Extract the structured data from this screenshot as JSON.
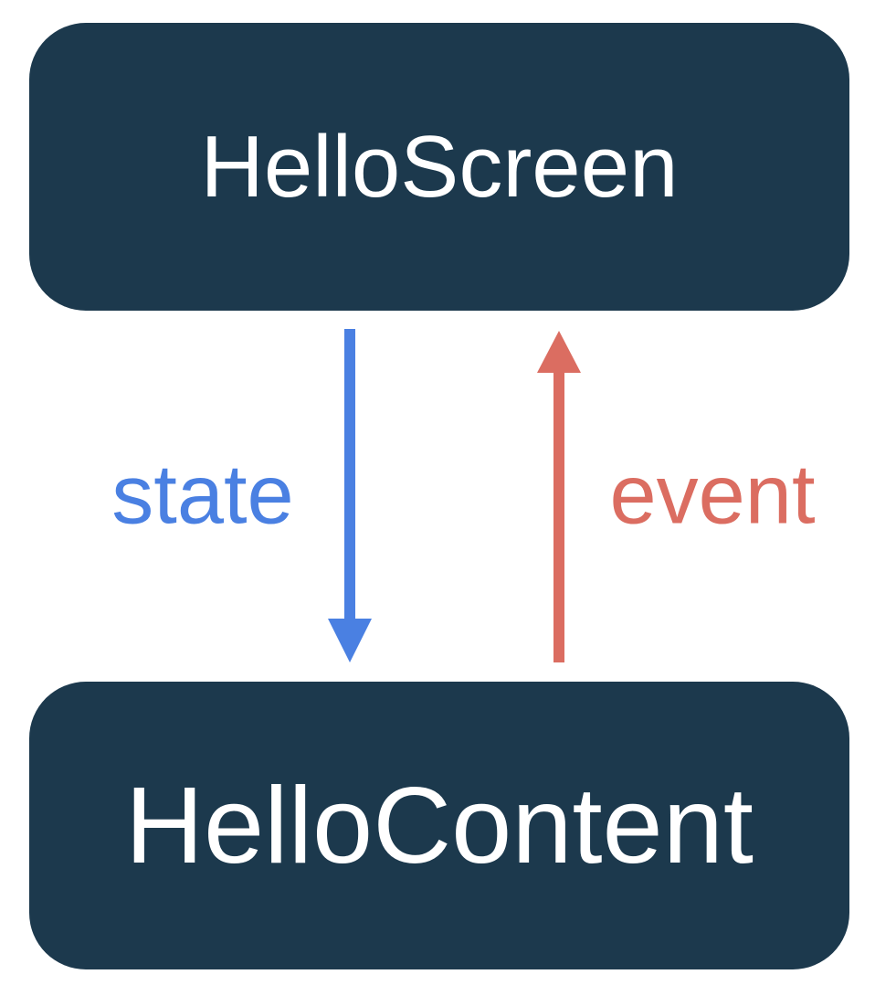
{
  "diagram": {
    "title": "unidirectional-data-flow",
    "nodes": [
      {
        "id": "hello-screen",
        "label": "HelloScreen"
      },
      {
        "id": "hello-content",
        "label": "HelloContent"
      }
    ],
    "edges": [
      {
        "label": "state",
        "from": "hello-screen",
        "to": "hello-content",
        "direction": "down",
        "color": "#4a80e2"
      },
      {
        "label": "event",
        "from": "hello-content",
        "to": "hello-screen",
        "direction": "up",
        "color": "#db6d61"
      }
    ]
  },
  "colors": {
    "background": "#ffffff",
    "node_bg": "#1c394d",
    "node_text": "#ffffff",
    "state_color": "#4a80e2",
    "event_color": "#db6d61"
  }
}
